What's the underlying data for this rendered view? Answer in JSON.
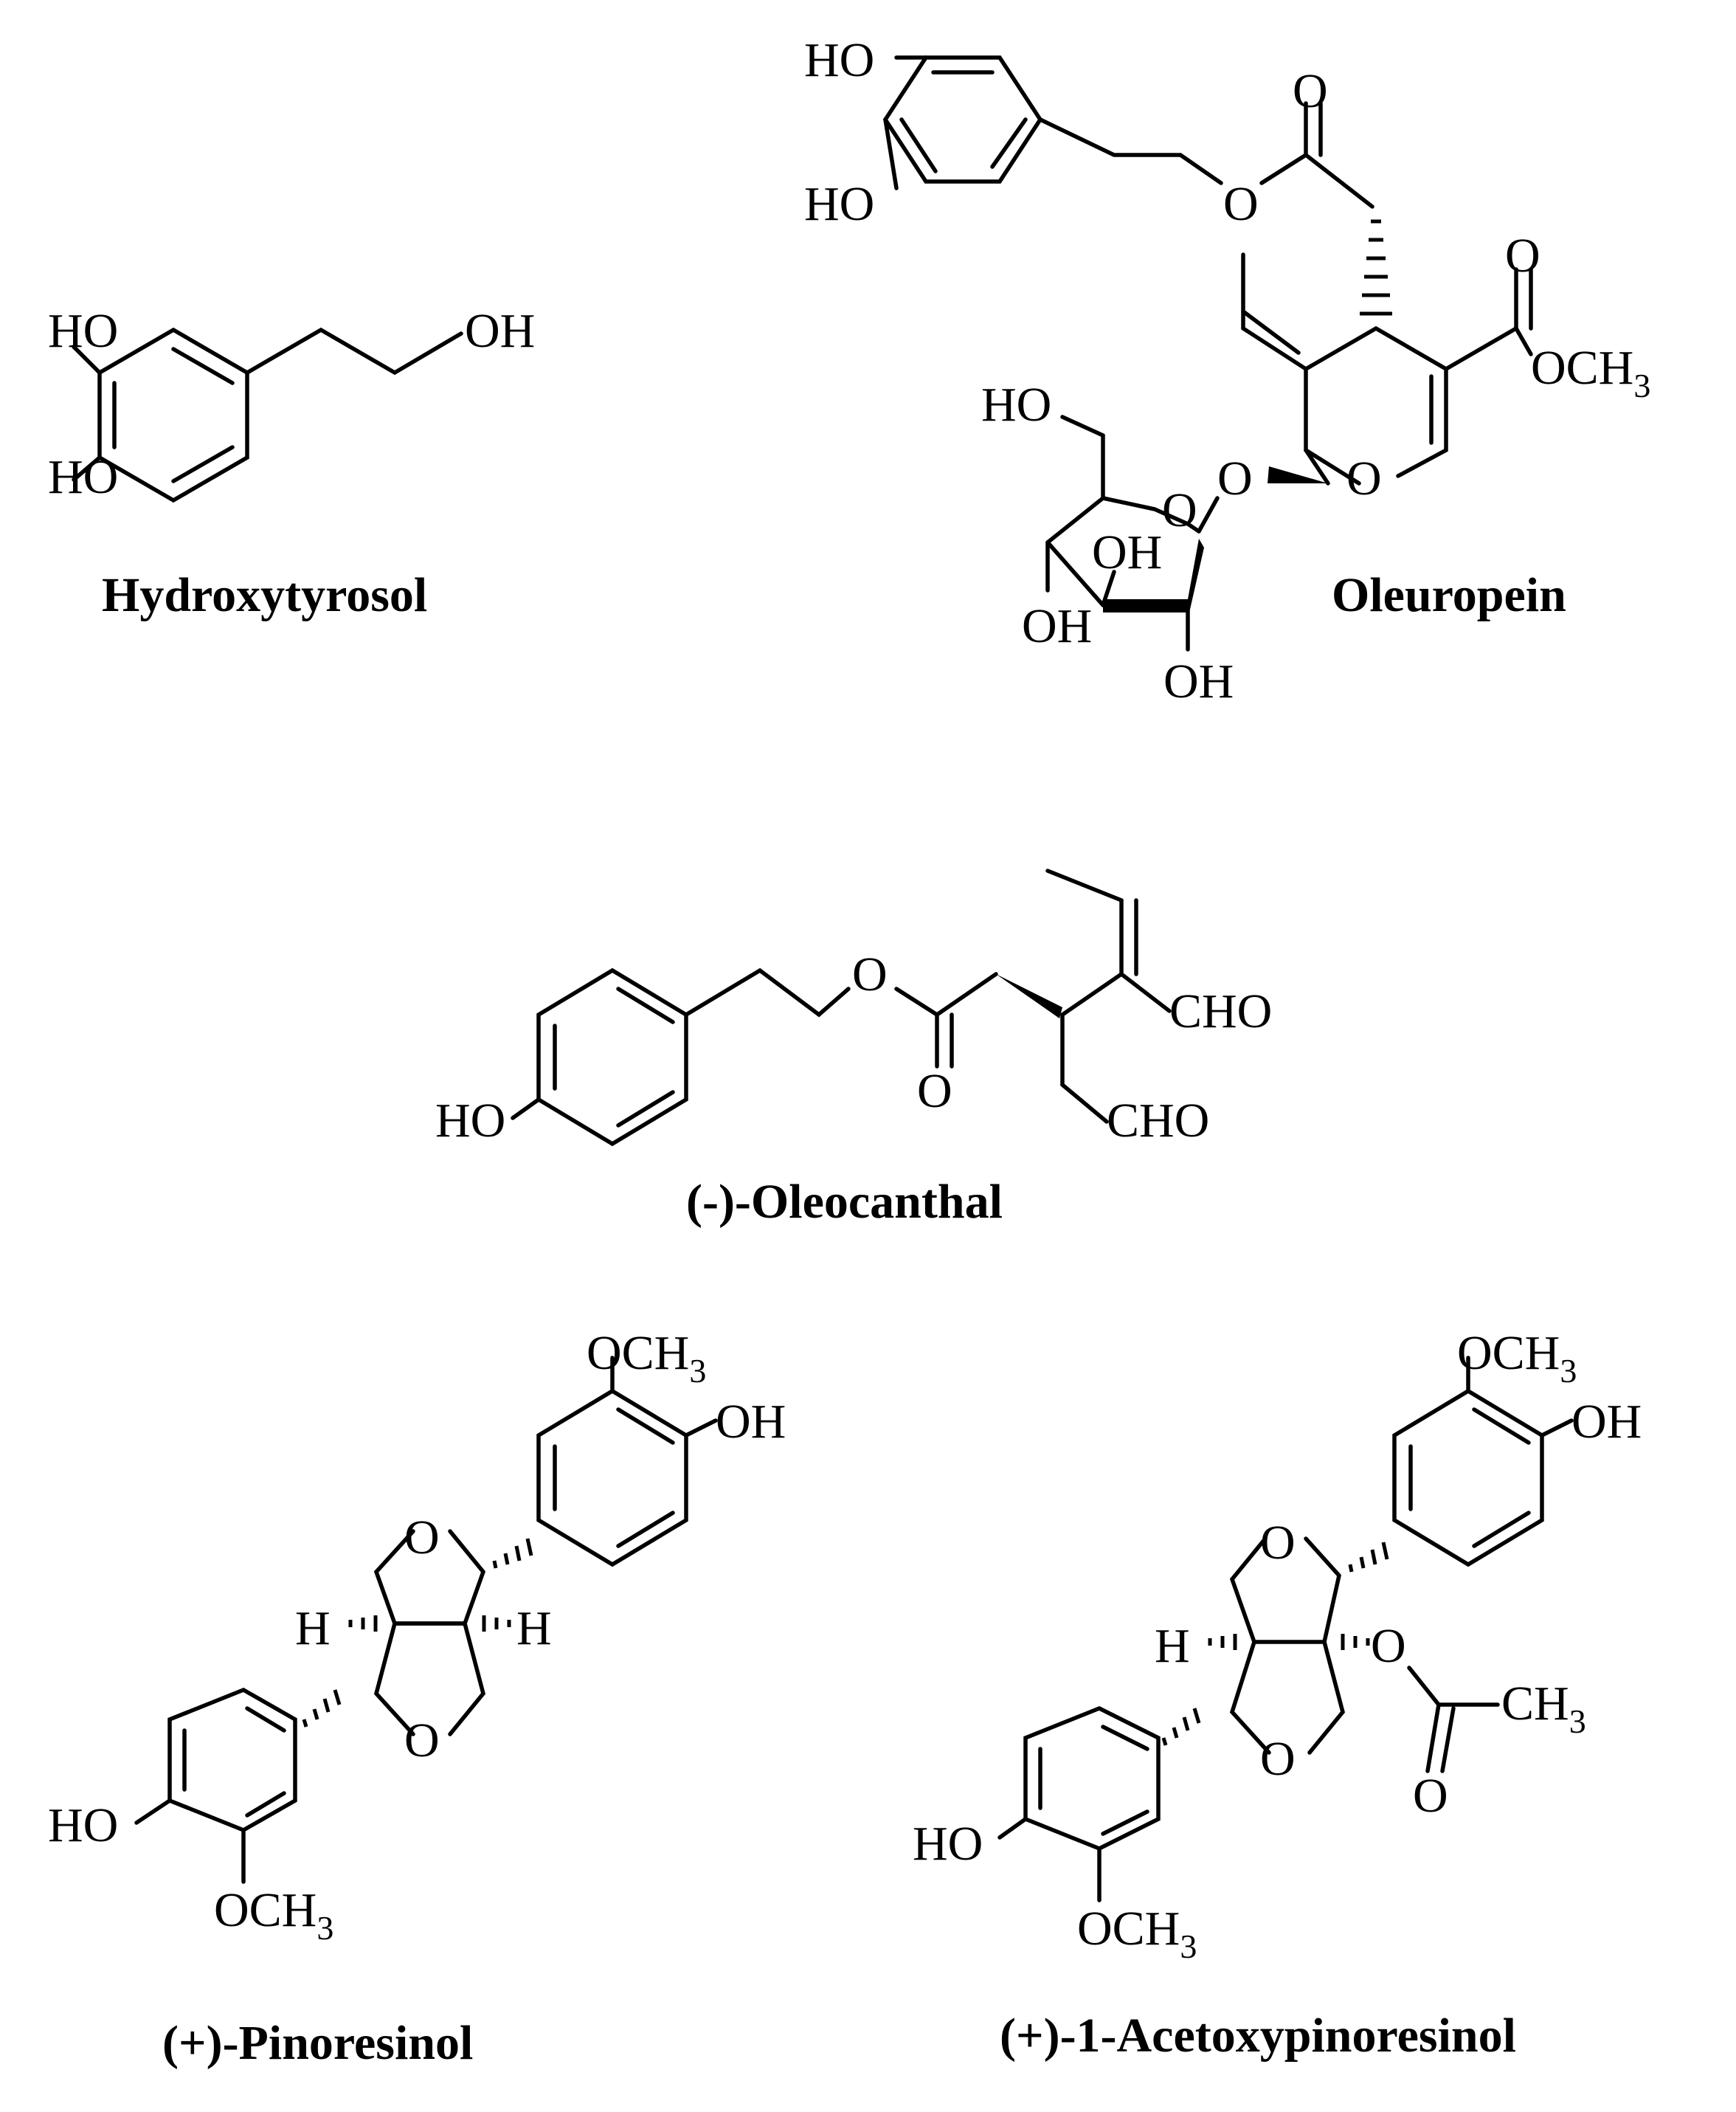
{
  "compounds": {
    "hydroxytyrosol": {
      "name": "Hydroxytyrosol",
      "labels": {
        "ho_1": "HO",
        "ho_2": "HO",
        "oh_1": "OH"
      }
    },
    "oleuropein": {
      "name": "Oleuropein",
      "labels": {
        "ho_1": "HO",
        "ho_2": "HO",
        "ho_3": "HO",
        "o_ester_ring": "O",
        "o_carbonyl_1": "O",
        "o_carbonyl_2": "O",
        "och3": "OCH",
        "och3_sub": "3",
        "o_ring": "O",
        "o_glyco": "O",
        "o_sugar": "O",
        "oh_1": "OH",
        "oh_2": "OH",
        "oh_3": "OH"
      }
    },
    "oleocanthal": {
      "name": "(-)-Oleocanthal",
      "labels": {
        "ho_1": "HO",
        "o_ester": "O",
        "o_carbonyl": "O",
        "cho_1": "CHO",
        "cho_2": "CHO"
      }
    },
    "pinoresinol": {
      "name": "(+)-Pinoresinol",
      "labels": {
        "och3_top": "OCH",
        "och3_top_sub": "3",
        "oh_top": "OH",
        "o_upper": "O",
        "o_lower": "O",
        "h_left": "H",
        "h_right": "H",
        "ho_bottom": "HO",
        "och3_bottom": "OCH",
        "och3_bottom_sub": "3"
      }
    },
    "acetoxypinoresinol": {
      "name": "(+)-1-Acetoxypinoresinol",
      "labels": {
        "och3_top": "OCH",
        "och3_top_sub": "3",
        "oh_top": "OH",
        "o_upper": "O",
        "o_lower": "O",
        "h_left": "H",
        "o_acetoxy": "O",
        "ch3": "CH",
        "ch3_sub": "3",
        "o_acetyl_carbonyl": "O",
        "ho_bottom": "HO",
        "och3_bottom": "OCH",
        "och3_bottom_sub": "3"
      }
    }
  }
}
